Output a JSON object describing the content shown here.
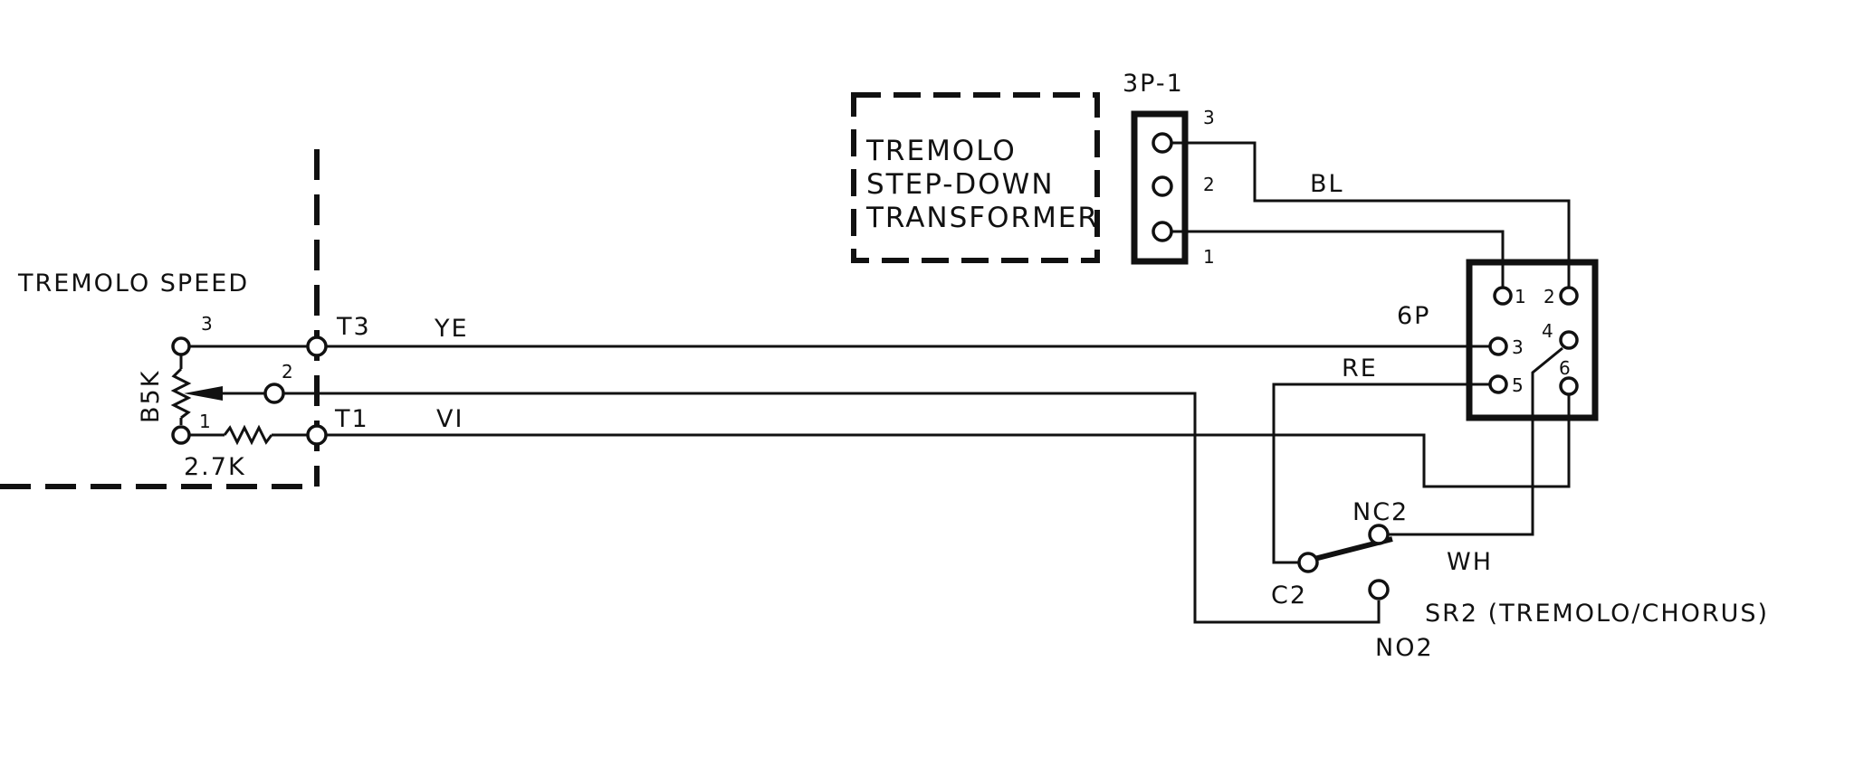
{
  "speed_control": {
    "title": "TREMOLO SPEED",
    "pot_value": "B5K",
    "resistor_value": "2.7K",
    "pin_3": "3",
    "pin_2": "2",
    "pin_1": "1"
  },
  "terminals": {
    "t3": "T3",
    "t1": "T1"
  },
  "wires": {
    "yellow": "YE",
    "violet": "VI",
    "blue": "BL",
    "red": "RE",
    "white": "WH"
  },
  "transformer": {
    "line1": "TREMOLO",
    "line2": "STEP-DOWN",
    "line3": "TRANSFORMER"
  },
  "connector_3p": {
    "name": "3P-1",
    "pin_3": "3",
    "pin_2": "2",
    "pin_1": "1"
  },
  "connector_6p": {
    "name": "6P",
    "pin_1": "1",
    "pin_2": "2",
    "pin_3": "3",
    "pin_4": "4",
    "pin_5": "5",
    "pin_6": "6"
  },
  "switch": {
    "nc": "NC2",
    "common": "C2",
    "no": "NO2",
    "name": "SR2 (TREMOLO/CHORUS)"
  }
}
